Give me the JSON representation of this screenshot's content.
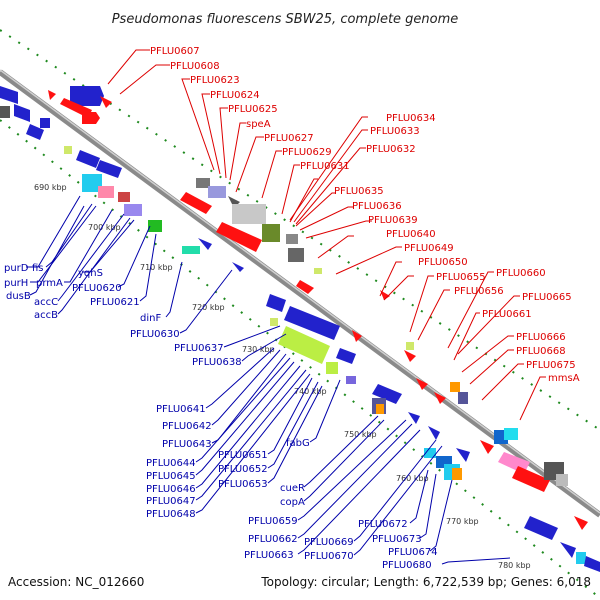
{
  "title": "Pseudomonas fluorescens SBW25, complete genome",
  "footer": {
    "accession": "Accession: NC_012660",
    "topology": "Topology: circular; Length: 6,722,539 bp; Genes: 6,018"
  },
  "colors": {
    "backbone": "#8a8a8a",
    "forward_label": "#dd0000",
    "reverse_label": "#0000aa",
    "guide_dots": "#1f8a1f"
  },
  "ticks": [
    "690 kbp",
    "700 kbp",
    "710 kbp",
    "720 kbp",
    "730 kbp",
    "740 kbp",
    "750 kbp",
    "760 kbp",
    "770 kbp",
    "780 kbp"
  ],
  "red_labels": [
    "PFLU0607",
    "PFLU0608",
    "PFLU0623",
    "PFLU0624",
    "PFLU0625",
    "speA",
    "PFLU0627",
    "PFLU0629",
    "PFLU0631",
    "PFLU0632",
    "PFLU0633",
    "PFLU0634",
    "PFLU0635",
    "PFLU0636",
    "PFLU0639",
    "PFLU0640",
    "PFLU0649",
    "PFLU0650",
    "PFLU0655",
    "PFLU0656",
    "PFLU0660",
    "PFLU0661",
    "PFLU0665",
    "PFLU0666",
    "PFLU0668",
    "PFLU0675",
    "mmsA"
  ],
  "blue_labels": [
    "purD",
    "fis",
    "purH",
    "prmA",
    "dusB",
    "accC",
    "accB",
    "yqhS",
    "PFLU0620",
    "PFLU0621",
    "dinF",
    "PFLU0630",
    "PFLU0637",
    "PFLU0638",
    "PFLU0641",
    "PFLU0642",
    "PFLU0643",
    "PFLU0644",
    "PFLU0645",
    "PFLU0646",
    "PFLU0647",
    "PFLU0648",
    "PFLU0651",
    "PFLU0652",
    "PFLU0653",
    "fabG",
    "cueR",
    "copA",
    "PFLU0659",
    "PFLU0662",
    "PFLU0663",
    "PFLU0669",
    "PFLU0670",
    "PFLU0672",
    "PFLU0673",
    "PFLU0674",
    "PFLU0680"
  ]
}
